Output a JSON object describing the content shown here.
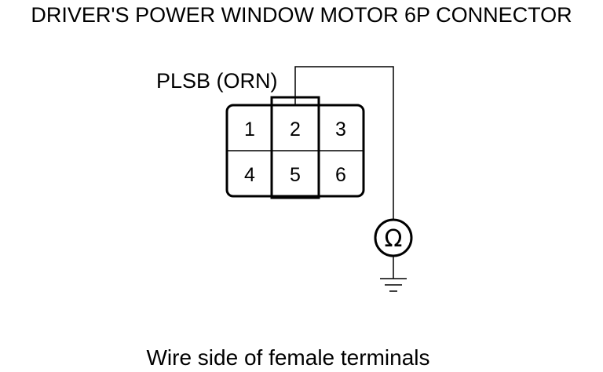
{
  "title": "DRIVER'S POWER WINDOW MOTOR 6P CONNECTOR",
  "wire_label": "PLSB (ORN)",
  "connector": {
    "pins_top": [
      "1",
      "2",
      "3"
    ],
    "pins_bottom": [
      "4",
      "5",
      "6"
    ]
  },
  "meter": {
    "symbol": "Ω",
    "icon": "ohmmeter-icon"
  },
  "ground": {
    "icon": "ground-icon"
  },
  "footer": "Wire side of female terminals"
}
